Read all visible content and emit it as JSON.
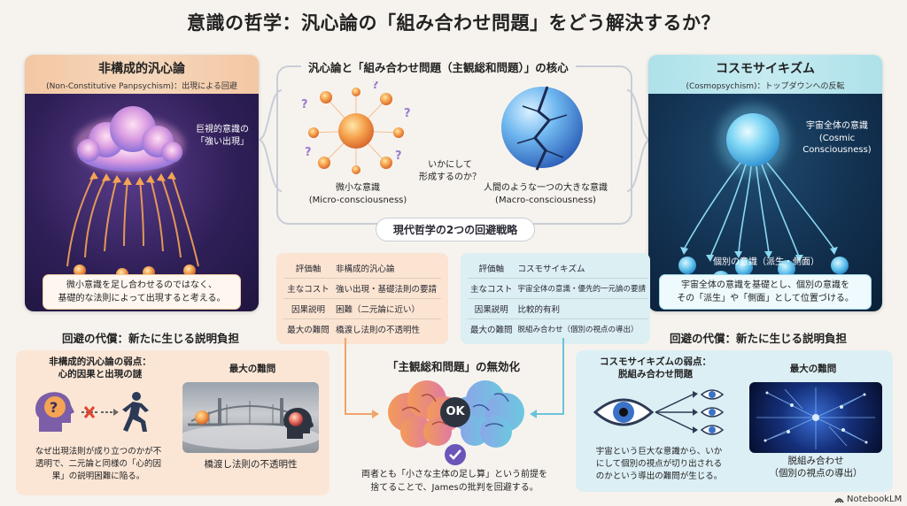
{
  "title": "意識の哲学：汎心論の「組み合わせ問題」をどう解決するか？",
  "left_panel": {
    "title": "非構成的汎心論",
    "subtitle": "(Non-Constitutive Panpsychism)：出現による回避",
    "cloud_label": "巨視的意識の\n「強い出現」",
    "note": "微小意識を足し合わせるのではなく、\n基礎的な法則によって出現すると考える。"
  },
  "center": {
    "frame_title": "汎心論と「組み合わせ問題（主観総和問題）」の核心",
    "micro_label": "微小な意識\n(Micro-consciousness)",
    "question": "いかにして\n形成するのか？",
    "macro_label": "人間のような一つの大きな意識\n(Macro-consciousness)",
    "strategy": "現代哲学の2つの回避戦略"
  },
  "right_panel": {
    "title": "コスモサイキズム",
    "subtitle": "(Cosmopsychism)：トップダウンへの反転",
    "sphere_label": "宇宙全体の意識\n(Cosmic\nConsciousness)",
    "individual_label": "個別の意識（派生・側面）",
    "note": "宇宙全体の意識を基礎とし、個別の意識を\nその「派生」や「側面」として位置づける。"
  },
  "table_left": {
    "header": [
      "評価軸",
      "非構成的汎心論"
    ],
    "rows": [
      [
        "主なコスト",
        "強い出現・基礎法則の要請"
      ],
      [
        "因果説明",
        "困難（二元論に近い）"
      ],
      [
        "最大の難問",
        "橋渡し法則の不透明性"
      ]
    ]
  },
  "table_right": {
    "header": [
      "評価軸",
      "コスモサイキズム"
    ],
    "rows": [
      [
        "主なコスト",
        "宇宙全体の意識・優先的一元論の要請"
      ],
      [
        "因果説明",
        "比較的有利"
      ],
      [
        "最大の難問",
        "脱組み合わせ（個別の視点の導出）"
      ]
    ]
  },
  "bottom_left": {
    "section_title": "回避の代償：新たに生じる説明負担",
    "card_title": "非構成的汎心論の弱点：\n心的因果と出現の謎",
    "hard_title": "最大の難問",
    "text": "なぜ出現法則が成り立つのかが不\n透明で、二元論と同様の「心的因\n果」の説明困難に陥る。",
    "caption": "橋渡し法則の不透明性"
  },
  "bottom_center": {
    "title": "「主観総和問題」の無効化",
    "ok": "OK",
    "text": "両者とも「小さな主体の足し算」という前提を\n捨てることで、Jamesの批判を回避する。"
  },
  "bottom_right": {
    "section_title": "回避の代償：新たに生じる説明負担",
    "card_title": "コスモサイキズムの弱点：\n脱組み合わせ問題",
    "hard_title": "最大の難問",
    "text": "宇宙という巨大な意識から、いか\nにして個別の視点が切り出される\nのかという導出の難問が生じる。",
    "caption": "脱組み合わせ\n（個別の視点の導出）"
  },
  "brand": "NotebookLM",
  "colors": {
    "orange_accent": "#f0a36a",
    "blue_accent": "#6cc3d8",
    "purple_bg": "#2f1f57",
    "navy_bg": "#12304f"
  }
}
